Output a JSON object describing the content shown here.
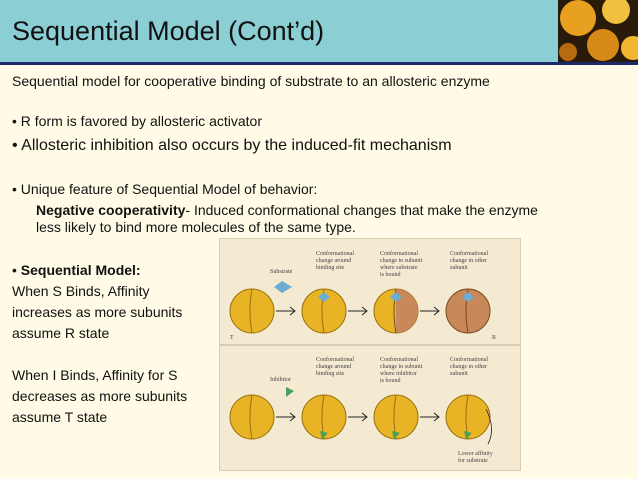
{
  "slide": {
    "title": "Sequential Model (Cont’d)",
    "intro": "Sequential model for cooperative binding of substrate to an allosteric enzyme",
    "bullet1": "• R form is favored by allosteric activator",
    "bullet2": "• Allosteric inhibition also occurs by the induced-fit mechanism",
    "bullet3": "• Unique feature of Sequential Model of behavior:",
    "neg_term": "Negative cooperativity",
    "neg_def_1": "- Induced conformational changes that make the enzyme",
    "neg_def_2": "less likely to bind more molecules of the same type.",
    "seq_bullet": "• ",
    "seq_label": "Sequential Model:",
    "s_lines": [
      "When S Binds, Affinity",
      "increases as more subunits",
      "assume R state"
    ],
    "i_lines": [
      "When I Binds, Affinity for S",
      "decreases as more subunits",
      "assume T state"
    ]
  },
  "figure": {
    "top_labels": {
      "substrate": "Substrate",
      "conf1": [
        "Conformational",
        "change around",
        "binding site"
      ],
      "conf2": [
        "Conformational",
        "change in subunit",
        "where substrate",
        "is bound"
      ],
      "conf3": [
        "Conformational",
        "change in other",
        "subunit"
      ]
    },
    "bottom_labels": {
      "inhibitor": "Inhibitor",
      "conf1": [
        "Conformational",
        "change around",
        "binding site"
      ],
      "conf2": [
        "Conformational",
        "change in subunit",
        "where inhibitor",
        "is bound"
      ],
      "conf3": [
        "Conformational",
        "change in other",
        "subunit"
      ],
      "lower": [
        "Lower affinity",
        "for substrate"
      ]
    },
    "state_t": "T",
    "state_r": "R",
    "colors": {
      "t_state": "#e8b425",
      "r_state": "#c8885a",
      "substrate": "#6aaed6",
      "inhibitor": "#4aa05a"
    }
  }
}
